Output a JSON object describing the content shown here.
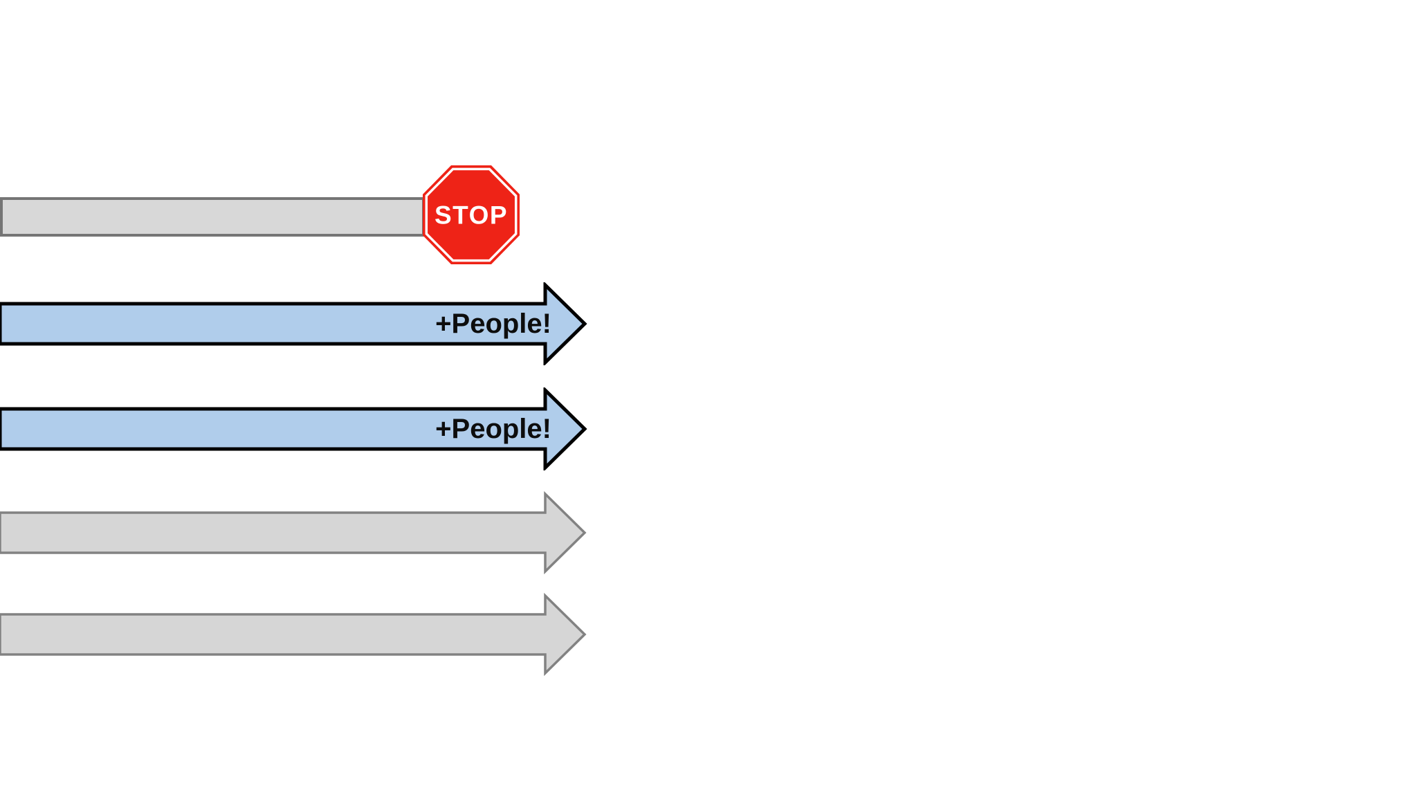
{
  "slide": {
    "background": "#ffffff",
    "stop_sign": {
      "label": "STOP",
      "fill": "#ee2317",
      "ring_color": "#ffffff",
      "text_color": "#ffffff"
    },
    "blocked_bar": {
      "fill": "#d8d8d8",
      "border": "#757575"
    },
    "arrows": [
      {
        "id": "arrow-people-1",
        "style": "highlight",
        "label": "+People!",
        "fill": "#b0cdeb",
        "border": "#000000"
      },
      {
        "id": "arrow-people-2",
        "style": "highlight",
        "label": "+People!",
        "fill": "#b0cdeb",
        "border": "#000000"
      },
      {
        "id": "arrow-plain-1",
        "style": "muted",
        "label": "",
        "fill": "#d6d6d6",
        "border": "#828282"
      },
      {
        "id": "arrow-plain-2",
        "style": "muted",
        "label": "",
        "fill": "#d6d6d6",
        "border": "#828282"
      }
    ],
    "label_color": "#0d0d0d"
  }
}
